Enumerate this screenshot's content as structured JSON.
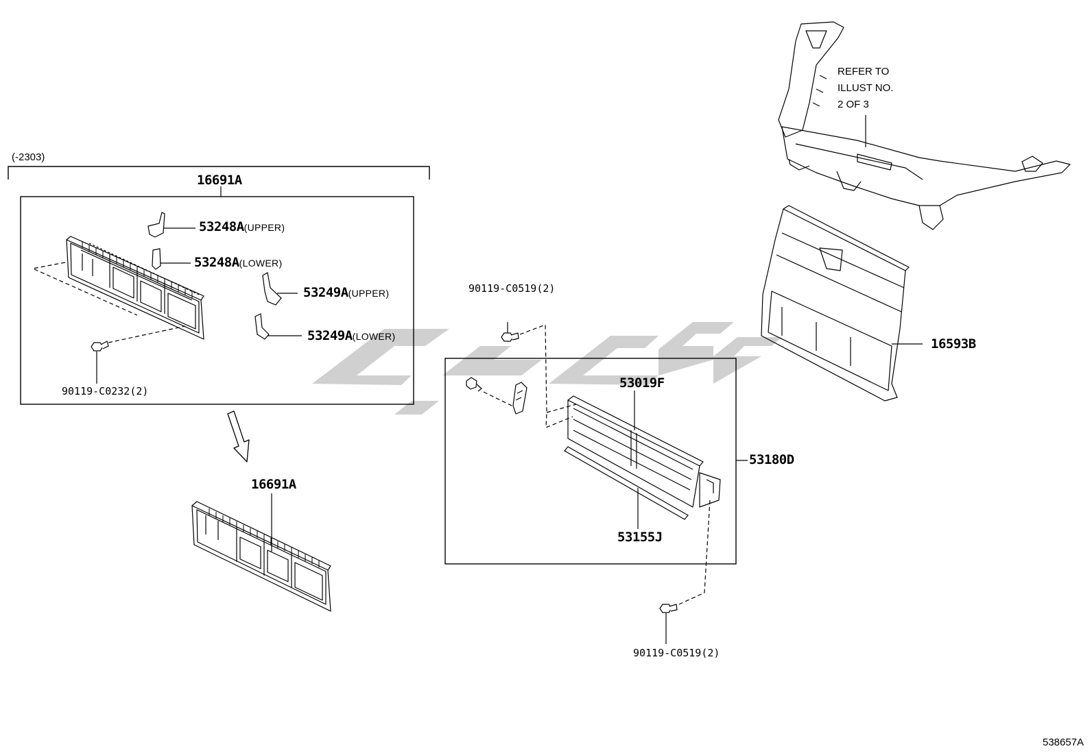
{
  "diagram": {
    "date_range": "(-2303)",
    "refer_note": [
      "REFER TO",
      "ILLUST NO.",
      "2 OF 3"
    ],
    "illustration_number": "538657A",
    "watermark_text": "ئيكو",
    "parts": {
      "grille_assembly_top": "16691A",
      "grille_assembly_bottom": "16691A",
      "bracket_upper_1": {
        "code": "53248A",
        "qualifier": "(UPPER)"
      },
      "bracket_lower_1": {
        "code": "53248A",
        "qualifier": "(LOWER)"
      },
      "bracket_upper_2": {
        "code": "53249A",
        "qualifier": "(UPPER)"
      },
      "bracket_lower_2": {
        "code": "53249A",
        "qualifier": "(LOWER)"
      },
      "bolt_grille": "90119-C0232(2)",
      "bolt_shutter_top": "90119-C0519(2)",
      "bolt_shutter_bottom": "90119-C0519(2)",
      "shutter_frame": "53019F",
      "shutter_assembly": "53180D",
      "seal": "53155J",
      "support_panel": "16593B"
    }
  },
  "colors": {
    "line": "#000000",
    "watermark": "#c8c8c8",
    "background": "#ffffff"
  }
}
